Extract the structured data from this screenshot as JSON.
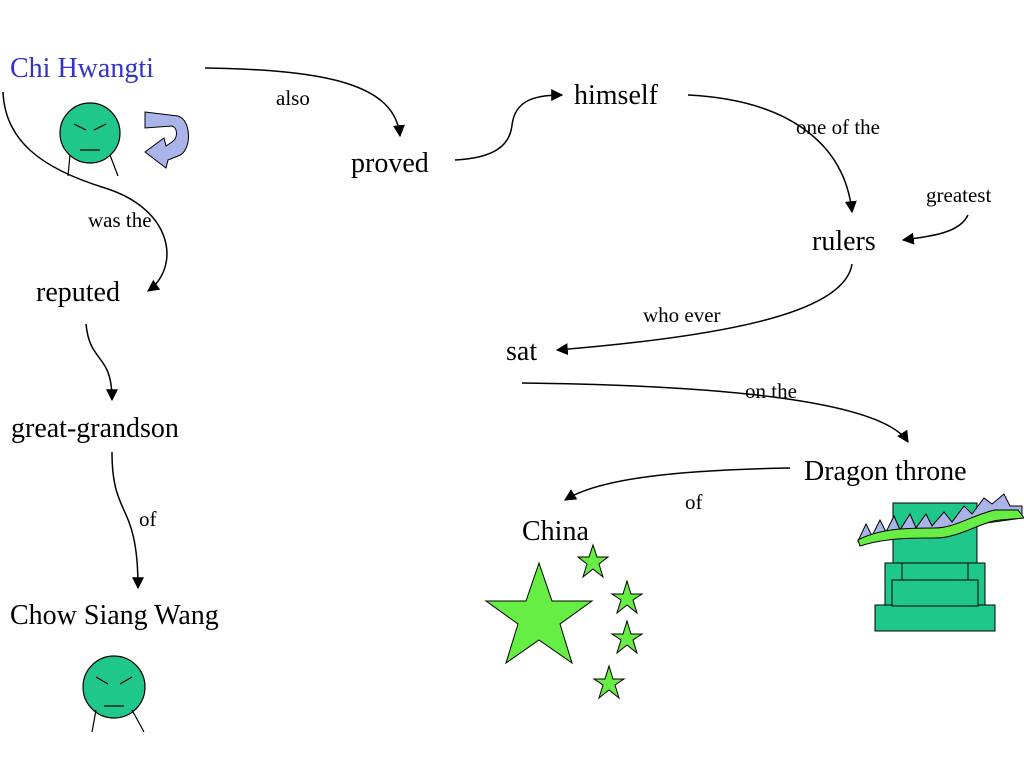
{
  "nodes": {
    "chi_hwangti": "Chi Hwangti",
    "proved": "proved",
    "himself": "himself",
    "rulers": "rulers",
    "reputed": "reputed",
    "sat": "sat",
    "great_grandson": "great-grandson",
    "dragon_throne": "Dragon throne",
    "china": "China",
    "chow_siang_wang": "Chow Siang Wang"
  },
  "connectors": {
    "also": "also",
    "one_of_the": "one of the",
    "greatest": "greatest",
    "was_the": "was the",
    "who_ever": "who ever",
    "on_the": "on the",
    "of_throne": "of",
    "of_grandson": "of"
  },
  "colors": {
    "accent_text": "#3333cc",
    "face_fill": "#1fc88a",
    "star_fill": "#66ee44",
    "throne_fill": "#1fc88a",
    "dragon_fill": "#66ee44",
    "dragon_spikes": "#aab4e8",
    "curved_arrow_fill": "#aab4e8"
  },
  "icons": [
    "face-icon",
    "curved-arrow-icon",
    "star-icon",
    "throne-icon",
    "dragon-icon"
  ]
}
